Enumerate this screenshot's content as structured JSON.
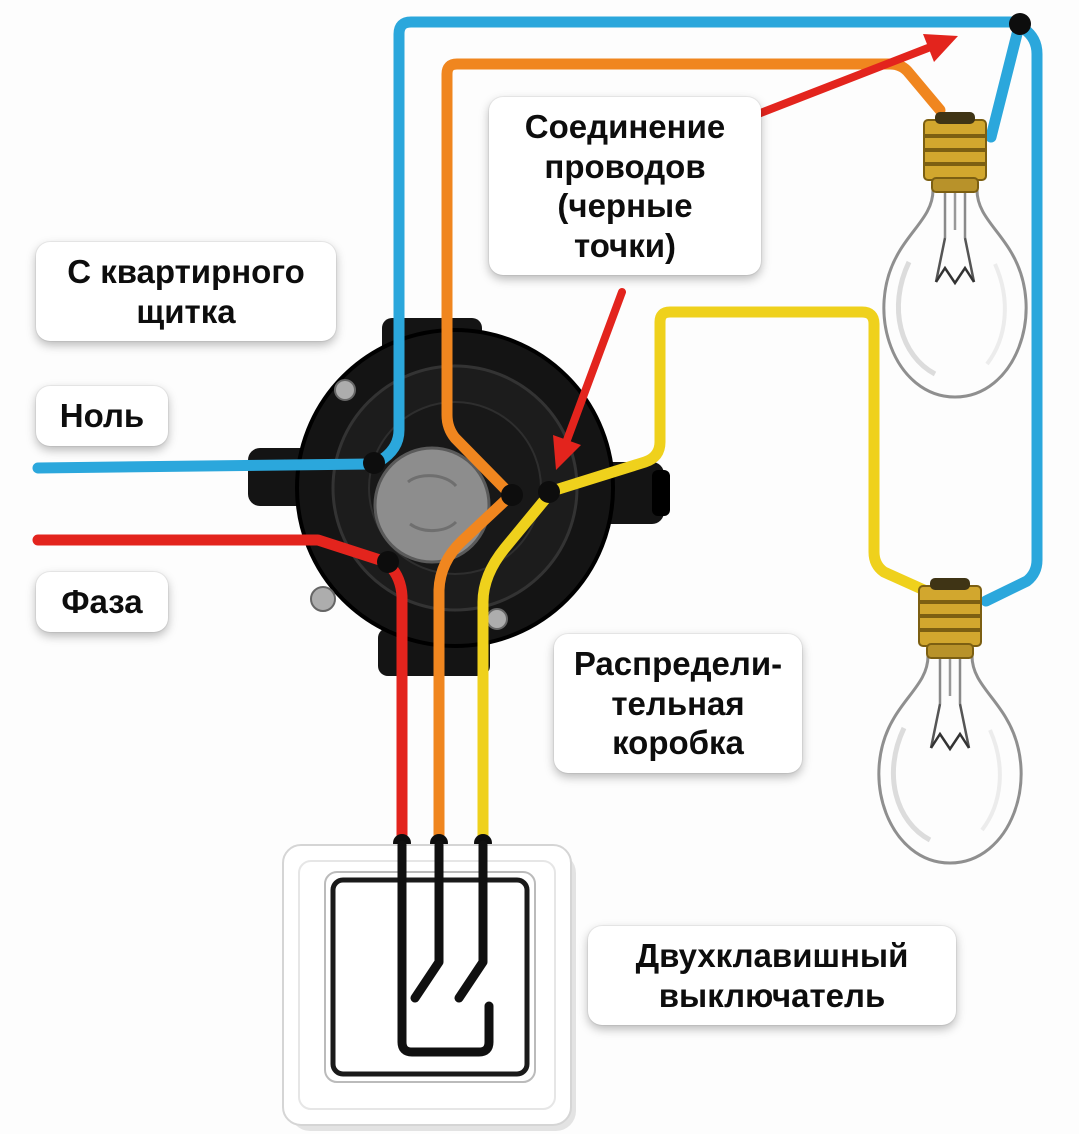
{
  "labels": {
    "from_panel": "С квартирного\nщитка",
    "neutral": "Ноль",
    "phase": "Фаза",
    "junction_note": "Соединение\nпроводов\n(черные\nточки)",
    "dist_box": "Распредели-\nтельная\nкоробка",
    "switch": "Двухклавишный\nвыключатель"
  },
  "colors": {
    "neutral_wire": "#2ba7dc",
    "phase_wire": "#e3241d",
    "lamp1_wire": "#f0861f",
    "lamp2_wire": "#efd11c",
    "connection_dot": "#0d0d0d",
    "arrow": "#e3241d",
    "box_body": "#141414",
    "bulb_brass": "#d2a72e"
  }
}
